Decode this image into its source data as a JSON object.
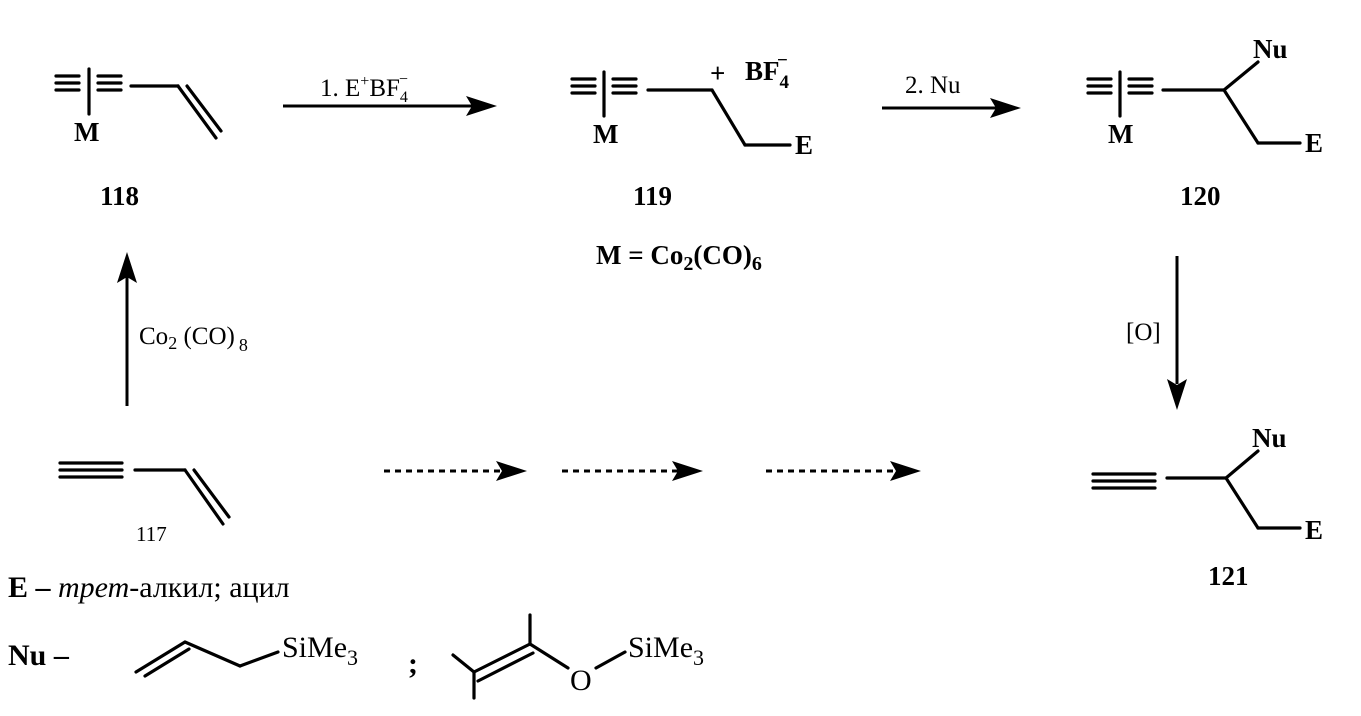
{
  "compounds": {
    "c118": {
      "number": "118",
      "metal": "M"
    },
    "c119": {
      "number": "119",
      "metal": "M",
      "charge": "+",
      "counterion_base": "BF",
      "counterion_sub": "4",
      "counterion_sup": "−",
      "substituent": "E"
    },
    "c120": {
      "number": "120",
      "metal": "M",
      "nu": "Nu",
      "substituent": "E"
    },
    "c121": {
      "number": "121",
      "nu": "Nu",
      "substituent": "E"
    },
    "c117": {
      "number": "117"
    }
  },
  "metal_definition": {
    "lhs": "M = Co",
    "sub1": "2",
    "mid": "(CO)",
    "sub2": "6"
  },
  "reagents": {
    "step1": {
      "prefix": "1. E",
      "sup_plus": "+",
      "base": "BF",
      "sub": "4",
      "sup_minus": "−"
    },
    "step2": {
      "label": "2. Nu"
    },
    "complexation": {
      "a": "Co",
      "sub1": "2",
      "b": " (CO)",
      "sub2": "8"
    },
    "oxidation": {
      "label": "[O]"
    }
  },
  "legend": {
    "e_def": {
      "prefix": "E – ",
      "italic": "трет",
      "rest": "-алкил; ацил"
    },
    "nu_def": {
      "prefix": "Nu –",
      "silane1": "SiMe",
      "silane1_sub": "3",
      "separator": ";",
      "oxygen": "O",
      "silane2": "SiMe",
      "silane2_sub": "3"
    }
  }
}
